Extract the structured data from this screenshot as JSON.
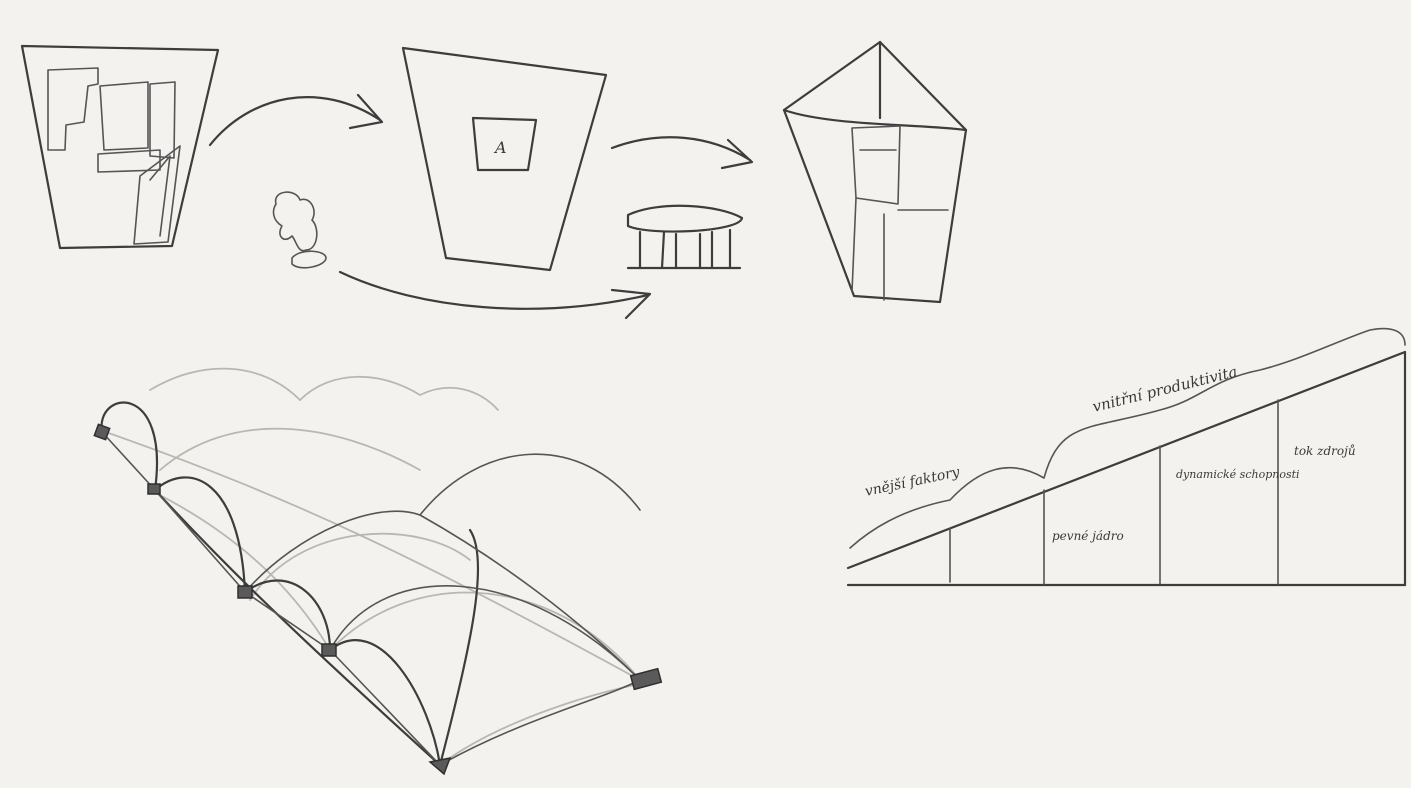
{
  "sketch": {
    "frame_label": "A",
    "diagram_labels": {
      "l1": "vnější faktory",
      "l2": "vnitřní produktivita",
      "l3": "pevné jádro",
      "l4": "dynamické schopnosti",
      "l5": "tok zdrojů"
    },
    "colors": {
      "paper": "#f3f2ee",
      "ink": "#3d3d3d",
      "faint": "#b9b7b0"
    }
  }
}
